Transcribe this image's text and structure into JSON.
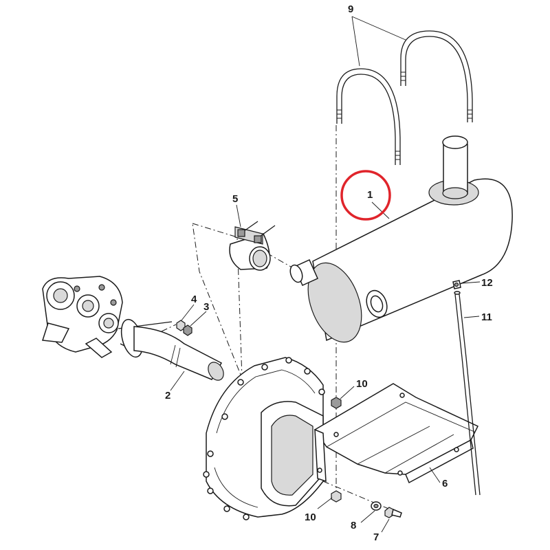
{
  "diagram": {
    "highlight_color": "#e0242b",
    "line_color": "#1a1a1a",
    "callouts": [
      {
        "id": "c1",
        "label": "1"
      },
      {
        "id": "c2",
        "label": "2"
      },
      {
        "id": "c3",
        "label": "3"
      },
      {
        "id": "c4",
        "label": "4"
      },
      {
        "id": "c5",
        "label": "5"
      },
      {
        "id": "c6",
        "label": "6"
      },
      {
        "id": "c7",
        "label": "7"
      },
      {
        "id": "c8",
        "label": "8"
      },
      {
        "id": "c9",
        "label": "9"
      },
      {
        "id": "c10a",
        "label": "10"
      },
      {
        "id": "c10b",
        "label": "10"
      },
      {
        "id": "c11",
        "label": "11"
      },
      {
        "id": "c12",
        "label": "12"
      }
    ]
  }
}
